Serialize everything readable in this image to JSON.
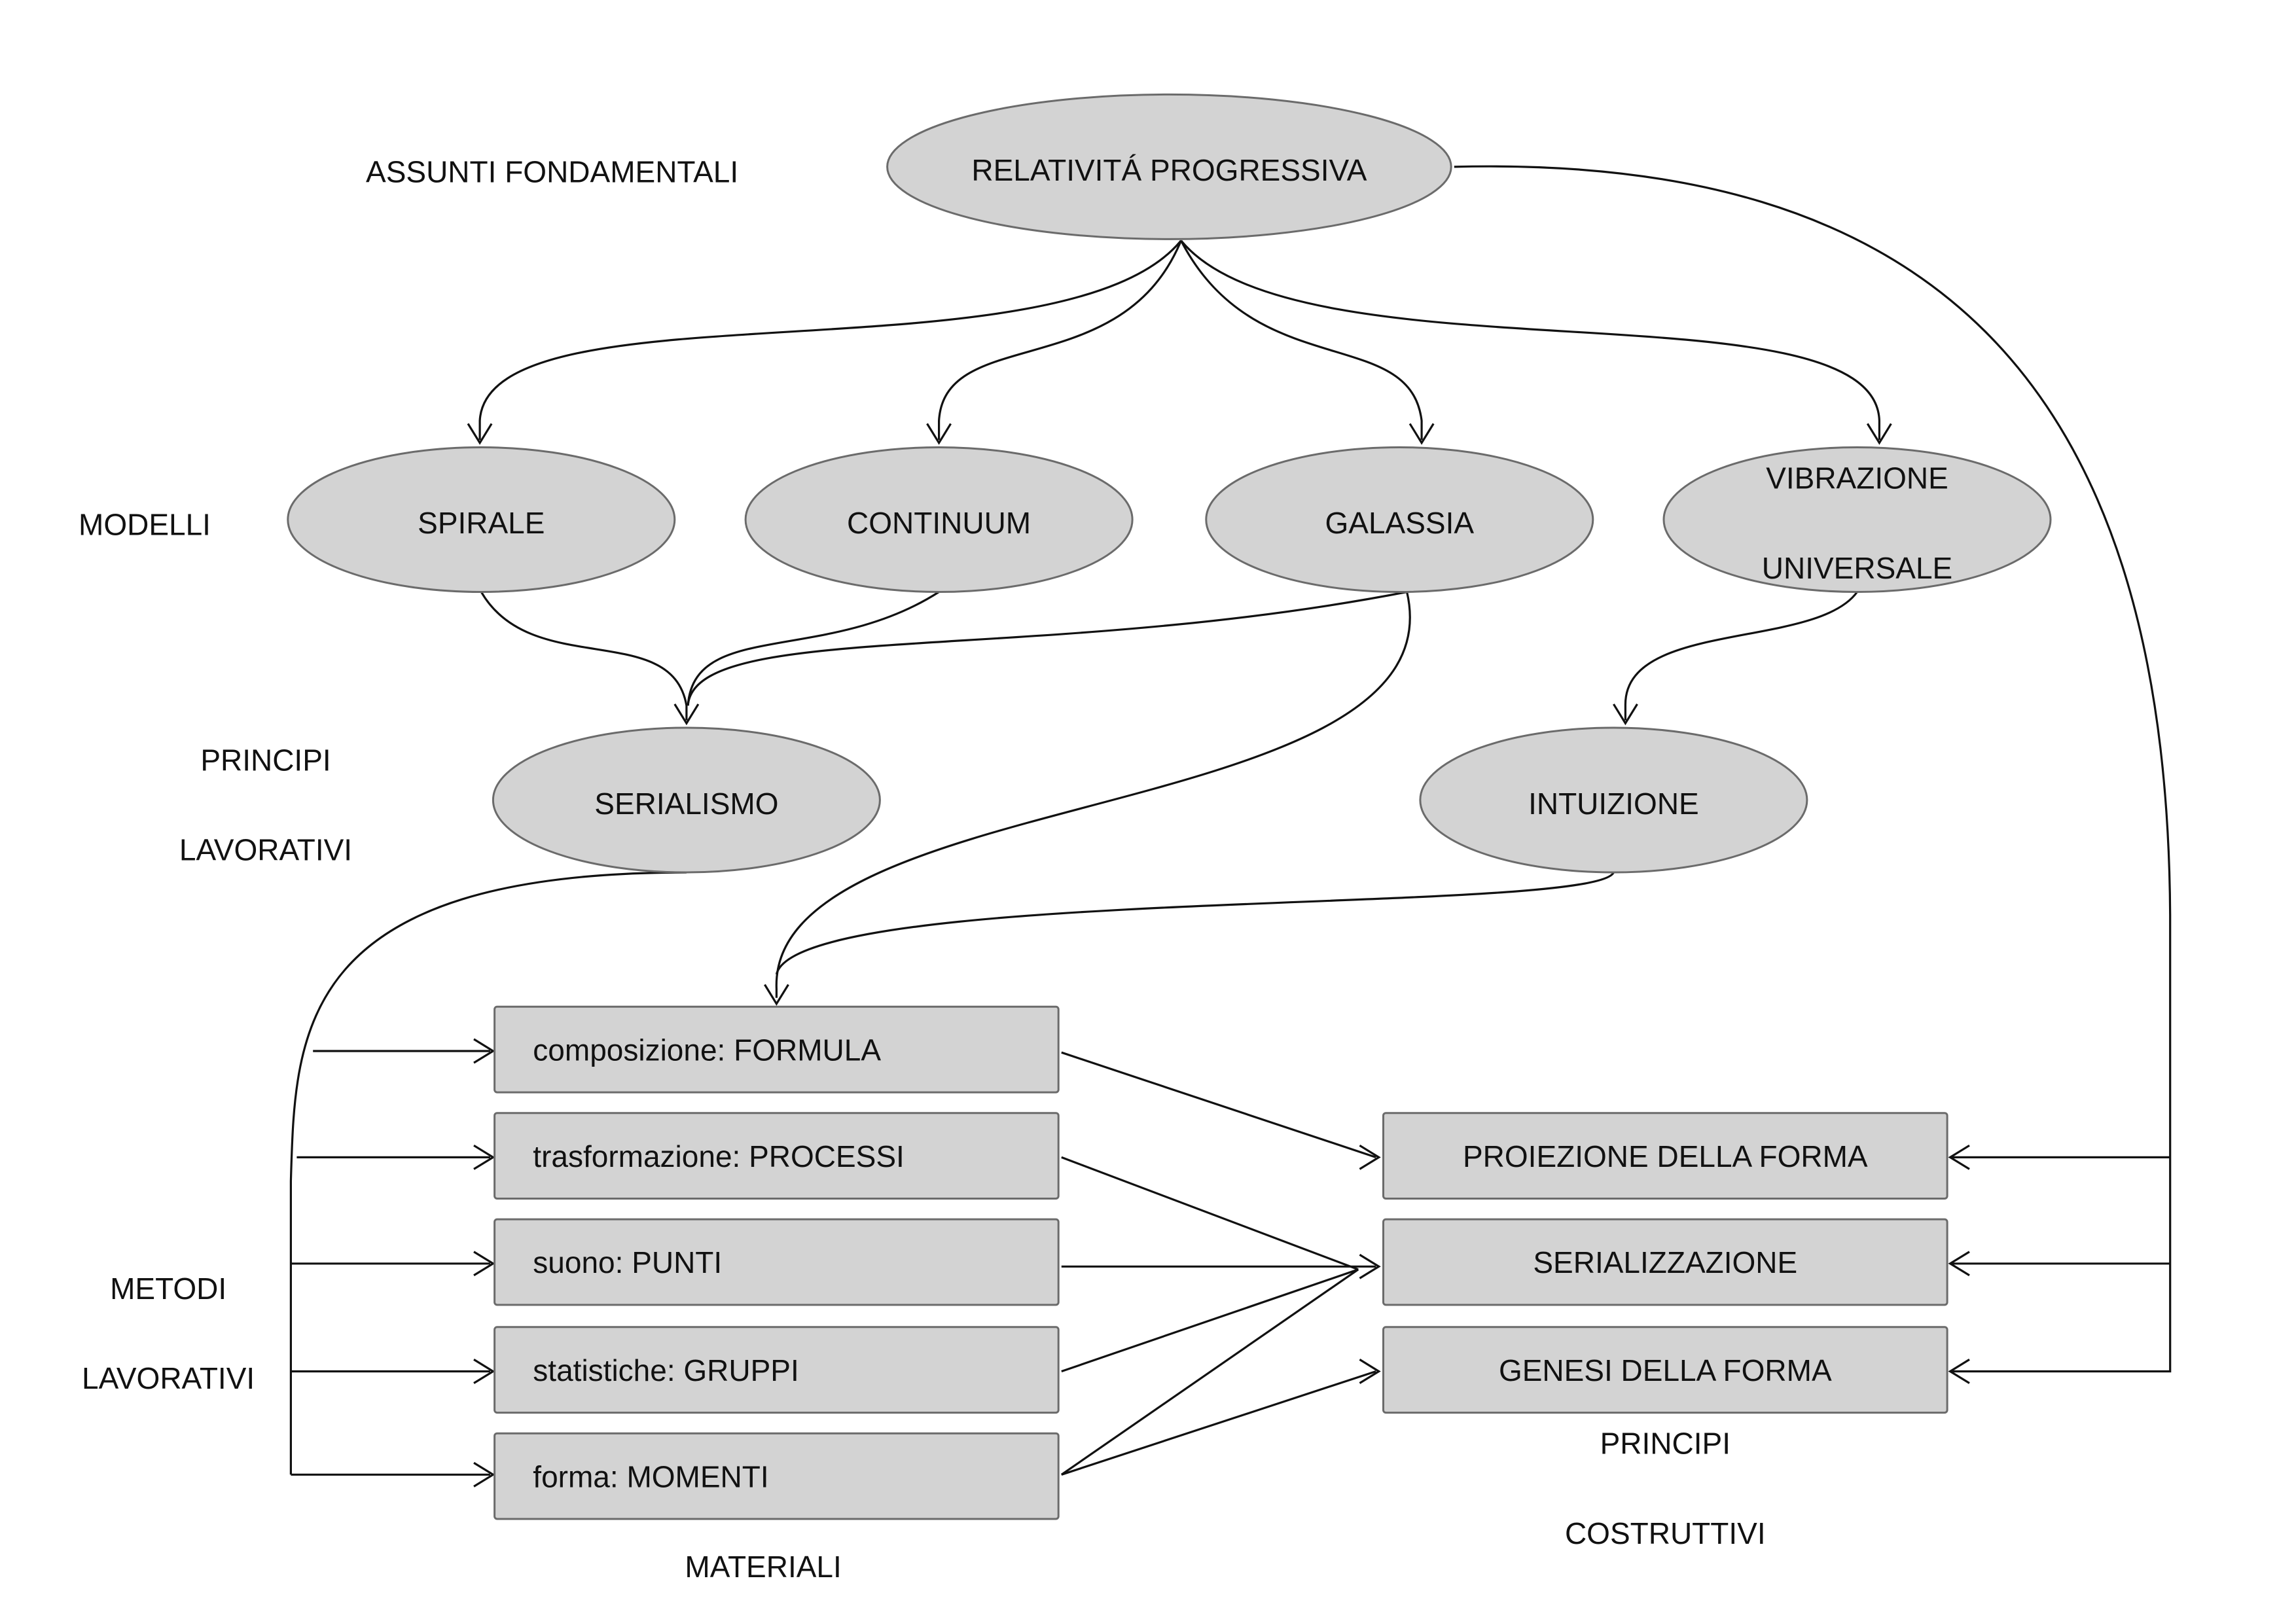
{
  "section_labels": {
    "assunti": [
      "ASSUNTI FONDAMENTALI"
    ],
    "modelli": [
      "MODELLI"
    ],
    "principi_lavorativi": [
      "PRINCIPI",
      "LAVORATIVI"
    ],
    "metodi_lavorativi": [
      "METODI",
      "LAVORATIVI"
    ],
    "materiali": [
      "MATERIALI"
    ],
    "principi_costruttivi": [
      "PRINCIPI",
      "COSTRUTTIVI"
    ]
  },
  "nodes": {
    "relativita": [
      "RELATIVITÁ PROGRESSIVA"
    ],
    "spirale": [
      "SPIRALE"
    ],
    "continuum": [
      "CONTINUUM"
    ],
    "galassia": [
      "GALASSIA"
    ],
    "vibrazione": [
      "VIBRAZIONE",
      "UNIVERSALE"
    ],
    "serialismo": [
      "SERIALISMO"
    ],
    "intuizione": [
      "INTUIZIONE"
    ],
    "m_formula": [
      "composizione: FORMULA"
    ],
    "m_processi": [
      "trasformazione: PROCESSI"
    ],
    "m_punti": [
      "suono: PUNTI"
    ],
    "m_gruppi": [
      "statistiche: GRUPPI"
    ],
    "m_momenti": [
      "forma: MOMENTI"
    ],
    "proiezione": [
      "PROIEZIONE DELLA FORMA"
    ],
    "serializzazione": [
      "SERIALIZZAZIONE"
    ],
    "genesi": [
      "GENESI DELLA FORMA"
    ]
  },
  "colors": {
    "node_fill": "#d3d3d3",
    "node_stroke": "#6b6b6b",
    "line": "#111111"
  }
}
